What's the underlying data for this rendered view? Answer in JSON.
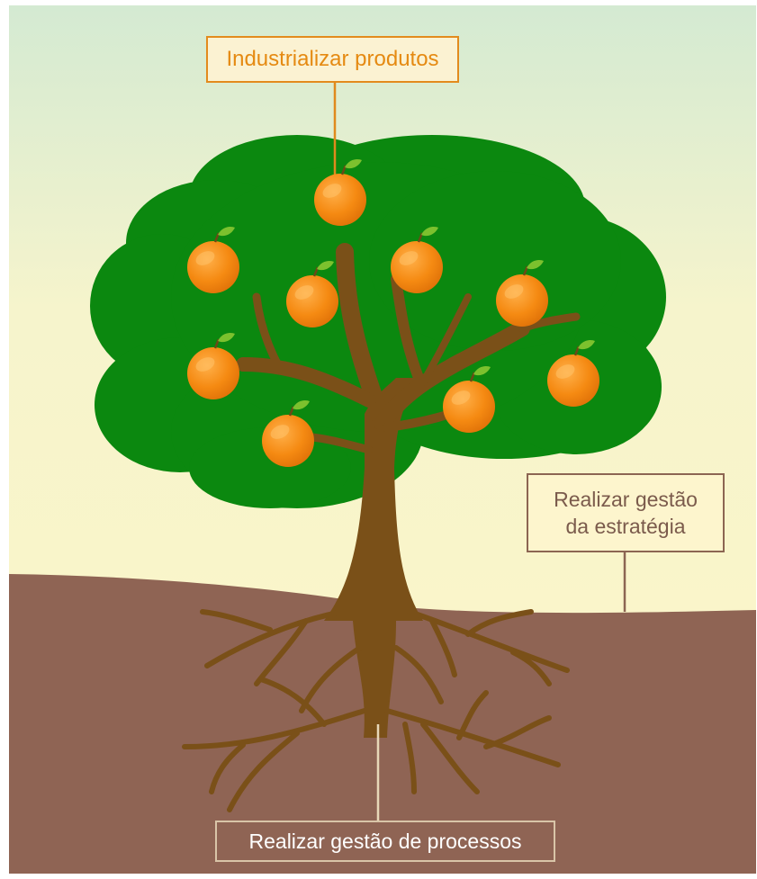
{
  "labels": {
    "top": "Industrializar produtos",
    "right_line1": "Realizar gestão",
    "right_line2": "da estratégia",
    "bottom": "Realizar gestão de processos"
  },
  "colors": {
    "sky_top": "#d4ead2",
    "sky_bottom": "#fdf6c8",
    "ground": "#8f6454",
    "foliage": "#0b880f",
    "trunk": "#7a5018",
    "fruit": "#f08a12",
    "leaf": "#7cc12e",
    "connector_top": "#e08a1d",
    "connector_brown": "#8c6552"
  }
}
